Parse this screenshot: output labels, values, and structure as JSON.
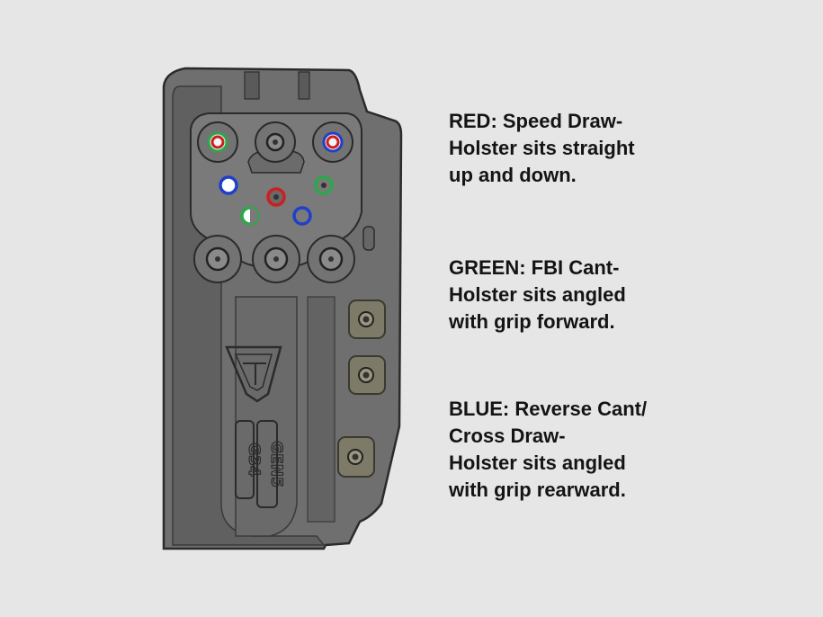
{
  "diagram": {
    "colors": {
      "background": "#e6e6e6",
      "holster_body": "#6f6f6f",
      "holster_edge": "#2b2b2b",
      "red": "#cc2020",
      "green": "#2aa84a",
      "blue": "#2040c8",
      "white_dot": "#ffffff",
      "nut": "#7d7a68"
    },
    "engraving": {
      "model": "G34",
      "generation": "GEN5"
    },
    "legend": [
      {
        "key": "red",
        "lines": [
          "RED: Speed Draw-",
          "Holster sits straight",
          "up and down."
        ]
      },
      {
        "key": "green",
        "lines": [
          "GREEN: FBI Cant-",
          "Holster sits angled",
          "with grip forward."
        ]
      },
      {
        "key": "blue",
        "lines": [
          "BLUE: Reverse Cant/",
          "Cross Draw-",
          "Holster sits angled",
          "with grip rearward."
        ]
      }
    ]
  }
}
